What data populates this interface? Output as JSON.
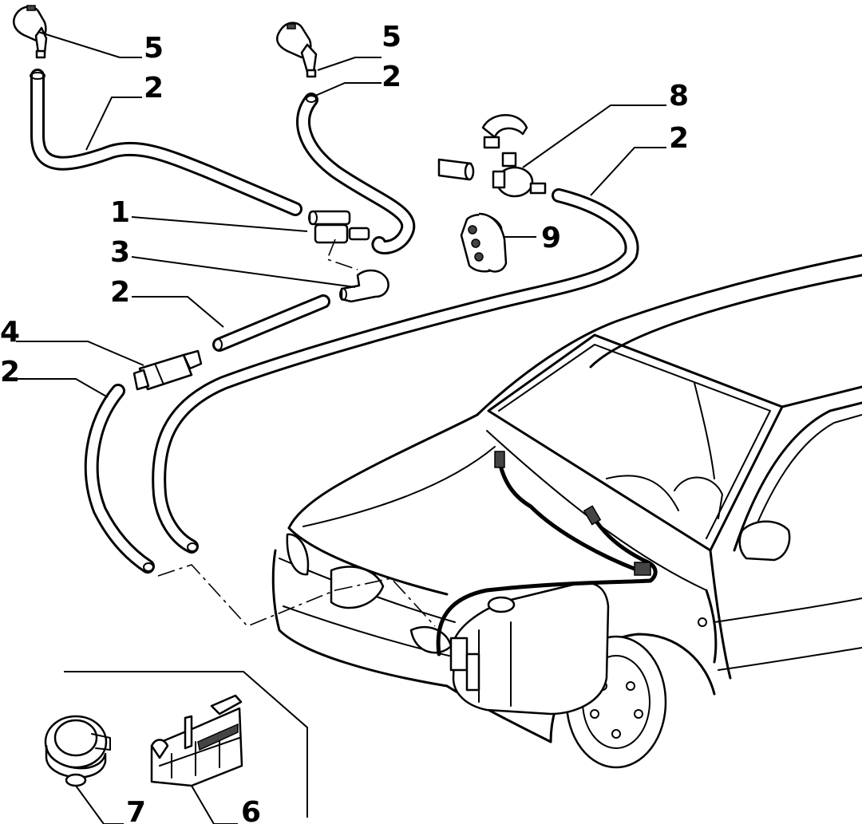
{
  "callouts": {
    "c5a": "5",
    "c5b": "5",
    "c2a": "2",
    "c2b": "2",
    "c8": "8",
    "c2c": "2",
    "c1": "1",
    "c9": "9",
    "c3": "3",
    "c2d": "2",
    "c4": "4",
    "c2e": "2",
    "c7": "7",
    "c6": "6"
  }
}
